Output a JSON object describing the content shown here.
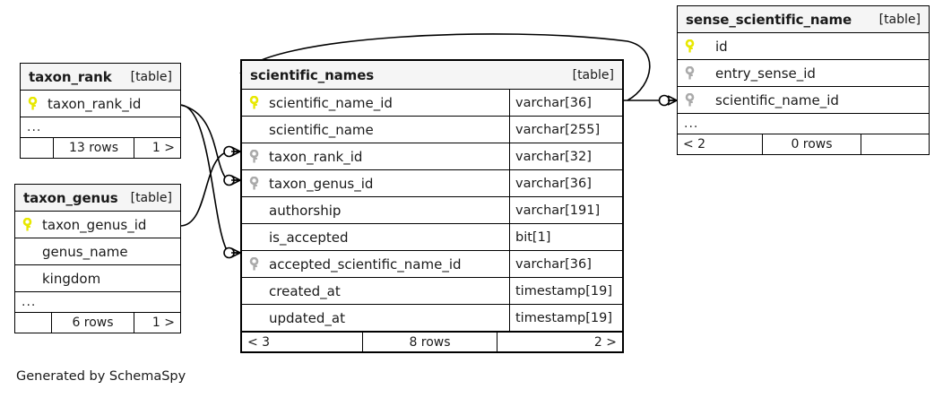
{
  "diagram": {
    "tool_caption": "Generated by SchemaSpy",
    "table_tag": "[table]",
    "ellipsis": "...",
    "colors": {
      "primary_key": "#e8e800",
      "foreign_key": "#aaaaaa",
      "header_background": "#f5f5f5",
      "border": "#000000",
      "background": "#ffffff"
    }
  },
  "tables": [
    {
      "id": "taxon_rank",
      "name": "taxon_rank",
      "tag": "[table]",
      "columns": [
        {
          "name": "taxon_rank_id",
          "key": "primary",
          "type": ""
        }
      ],
      "has_ellipsis": true,
      "footer": {
        "left": "",
        "middle": "13 rows",
        "right": "1 >"
      }
    },
    {
      "id": "taxon_genus",
      "name": "taxon_genus",
      "tag": "[table]",
      "columns": [
        {
          "name": "taxon_genus_id",
          "key": "primary",
          "type": ""
        },
        {
          "name": "genus_name",
          "key": "none",
          "type": ""
        },
        {
          "name": "kingdom",
          "key": "none",
          "type": ""
        }
      ],
      "has_ellipsis": true,
      "footer": {
        "left": "",
        "middle": "6 rows",
        "right": "1 >"
      }
    },
    {
      "id": "scientific_names",
      "name": "scientific_names",
      "tag": "[table]",
      "columns": [
        {
          "name": "scientific_name_id",
          "key": "primary",
          "type": "varchar[36]"
        },
        {
          "name": "scientific_name",
          "key": "none",
          "type": "varchar[255]"
        },
        {
          "name": "taxon_rank_id",
          "key": "foreign",
          "type": "varchar[32]"
        },
        {
          "name": "taxon_genus_id",
          "key": "foreign",
          "type": "varchar[36]"
        },
        {
          "name": "authorship",
          "key": "none",
          "type": "varchar[191]"
        },
        {
          "name": "is_accepted",
          "key": "none",
          "type": "bit[1]"
        },
        {
          "name": "accepted_scientific_name_id",
          "key": "foreign",
          "type": "varchar[36]"
        },
        {
          "name": "created_at",
          "key": "none",
          "type": "timestamp[19]"
        },
        {
          "name": "updated_at",
          "key": "none",
          "type": "timestamp[19]"
        }
      ],
      "has_ellipsis": false,
      "footer": {
        "left": "< 3",
        "middle": "8 rows",
        "right": "2 >"
      }
    },
    {
      "id": "sense_scientific_name",
      "name": "sense_scientific_name",
      "tag": "[table]",
      "columns": [
        {
          "name": "id",
          "key": "primary",
          "type": ""
        },
        {
          "name": "entry_sense_id",
          "key": "foreign",
          "type": ""
        },
        {
          "name": "scientific_name_id",
          "key": "foreign",
          "type": ""
        }
      ],
      "has_ellipsis": true,
      "footer": {
        "left": "< 2",
        "middle": "0 rows",
        "right": ""
      }
    }
  ],
  "relationships": [
    {
      "from": "taxon_rank.taxon_rank_id",
      "to": "scientific_names.taxon_rank_id"
    },
    {
      "from": "taxon_genus.taxon_genus_id",
      "to": "scientific_names.taxon_genus_id"
    },
    {
      "from": "scientific_names.scientific_name_id",
      "to": "scientific_names.accepted_scientific_name_id"
    },
    {
      "from": "scientific_names.scientific_name_id",
      "to": "sense_scientific_name.scientific_name_id"
    }
  ]
}
